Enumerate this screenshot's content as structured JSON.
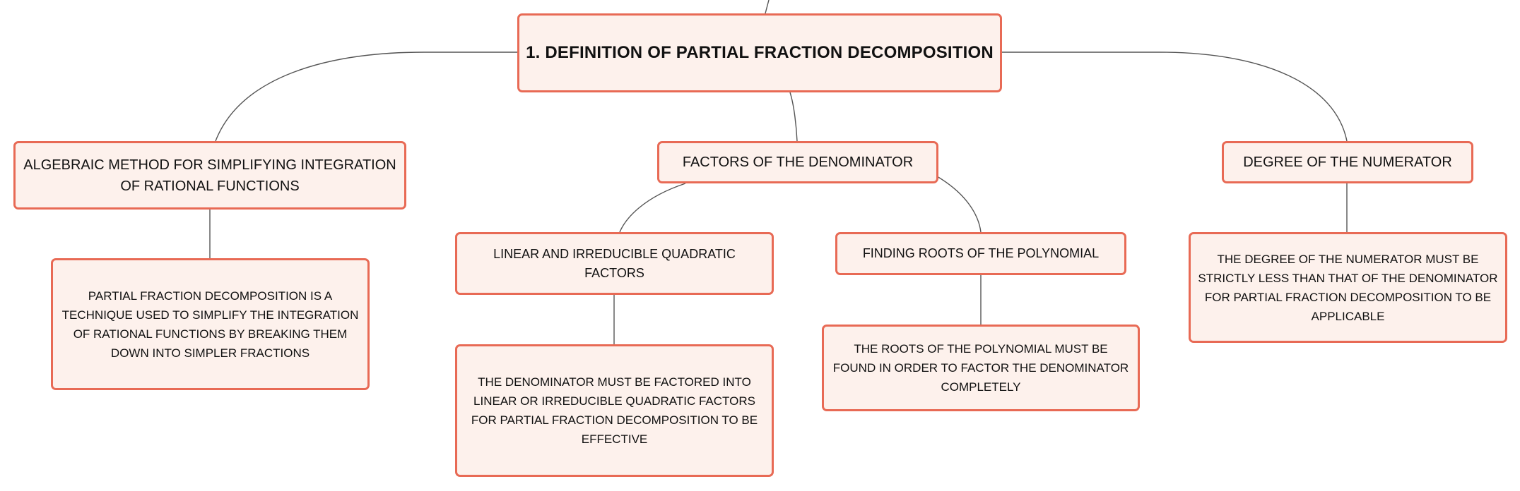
{
  "colors": {
    "node_border": "#e86a55",
    "node_fill": "#fdf1ec",
    "connector": "#555555"
  },
  "mindmap": {
    "root": {
      "title": "1. DEFINITION OF PARTIAL FRACTION DECOMPOSITION"
    },
    "branches": [
      {
        "label": "ALGEBRAIC METHOD FOR SIMPLIFYING INTEGRATION OF RATIONAL FUNCTIONS",
        "detail": "PARTIAL FRACTION DECOMPOSITION IS A TECHNIQUE USED TO SIMPLIFY THE INTEGRATION OF RATIONAL FUNCTIONS BY BREAKING THEM DOWN INTO SIMPLER FRACTIONS"
      },
      {
        "label": "FACTORS OF THE DENOMINATOR",
        "children": [
          {
            "label": "LINEAR AND IRREDUCIBLE QUADRATIC FACTORS",
            "detail": "THE DENOMINATOR MUST BE FACTORED INTO LINEAR OR IRREDUCIBLE QUADRATIC FACTORS FOR PARTIAL FRACTION DECOMPOSITION TO BE EFFECTIVE"
          },
          {
            "label": "FINDING ROOTS OF THE POLYNOMIAL",
            "detail": "THE ROOTS OF THE POLYNOMIAL MUST BE FOUND IN ORDER TO FACTOR THE DENOMINATOR COMPLETELY"
          }
        ]
      },
      {
        "label": "DEGREE OF THE NUMERATOR",
        "detail": "THE DEGREE OF THE NUMERATOR MUST BE STRICTLY LESS THAN THAT OF THE DENOMINATOR FOR PARTIAL FRACTION DECOMPOSITION TO BE APPLICABLE"
      }
    ]
  }
}
